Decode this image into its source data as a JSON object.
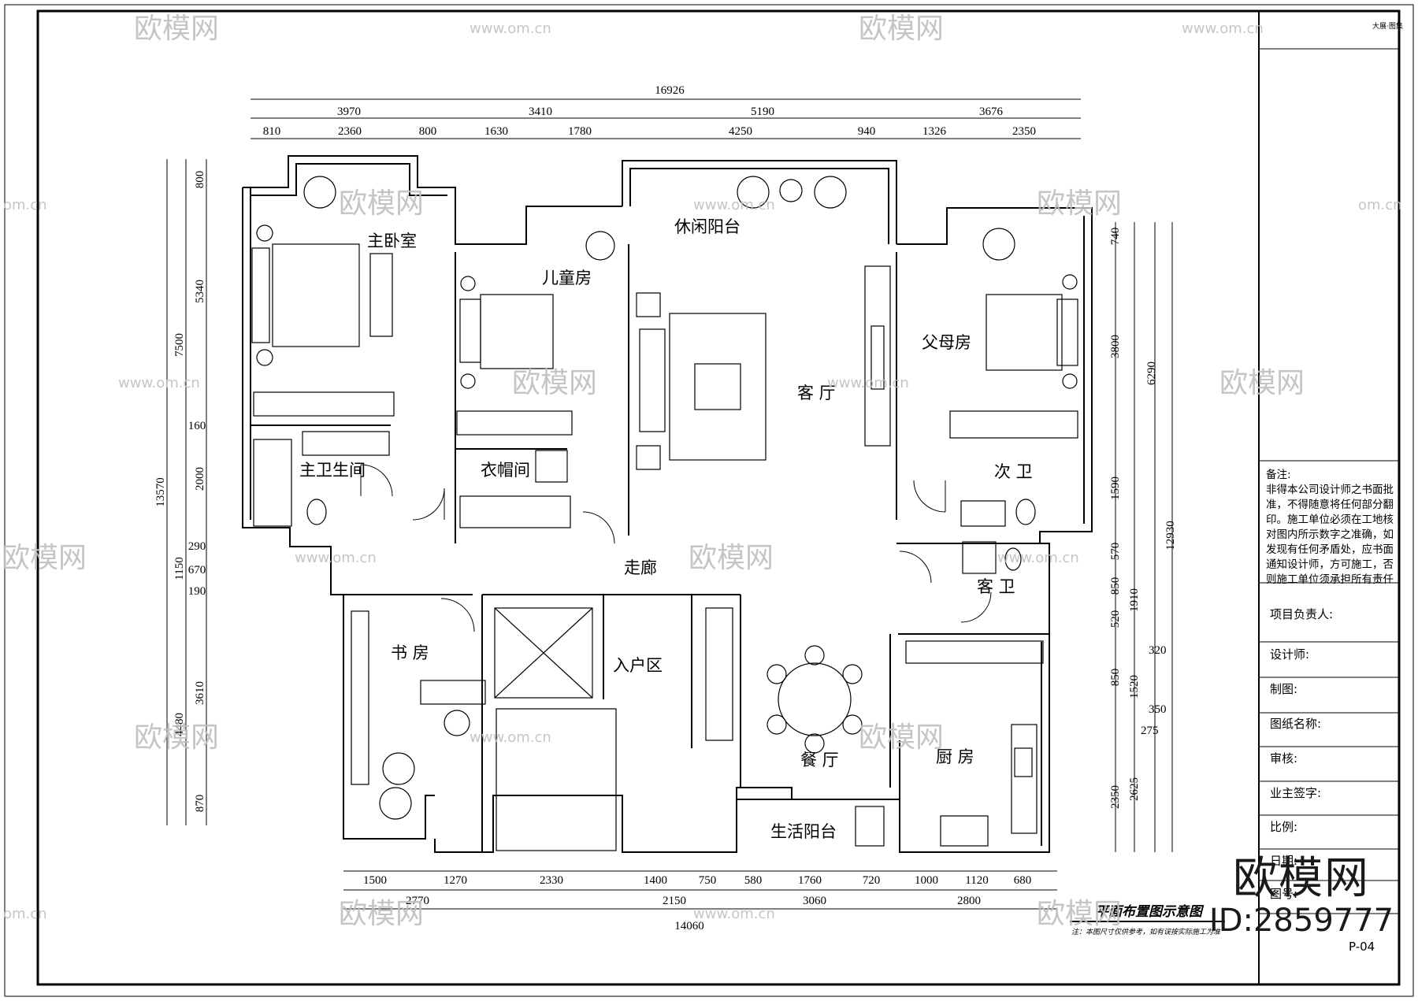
{
  "drawing": {
    "title": "平面布置图示意图",
    "footnote": "注：本图尺寸仅供参考，如有误按实际施工为准",
    "sheet_no": "P-04",
    "top_small_label": "大展·图集"
  },
  "rooms": {
    "master_bedroom": "主卧室",
    "kids_room": "儿童房",
    "leisure_balcony": "休闲阳台",
    "living_room": "客 厅",
    "parents_room": "父母房",
    "master_bath": "主卫生间",
    "cloakroom": "衣帽间",
    "second_bath": "次 卫",
    "corridor": "走廊",
    "guest_bath": "客 卫",
    "study": "书 房",
    "entry": "入户区",
    "dining": "餐 厅",
    "kitchen": "厨 房",
    "utility_balcony": "生活阳台"
  },
  "dimensions": {
    "top_total": "16926",
    "top_tier1": [
      "3970",
      "3410",
      "5190",
      "3676"
    ],
    "top_tier2": [
      "810",
      "2360",
      "800",
      "1630",
      "1780",
      "4250",
      "940",
      "1326",
      "2350"
    ],
    "left_total": "13570",
    "left_tier1": [
      "7500",
      "1150",
      "4480"
    ],
    "left_tier2": [
      "800",
      "5340",
      "160",
      "2000",
      "290",
      "670",
      "190",
      "3610",
      "870"
    ],
    "right_total": "12930",
    "right_tier1": [
      "6290"
    ],
    "right_tier2": [
      "740",
      "3800",
      "1590",
      "570",
      "850",
      "520",
      "850",
      "2350"
    ],
    "right_tier3": [
      "1910",
      "1520",
      "2625"
    ],
    "right_tier4": [
      "320",
      "350",
      "275"
    ],
    "bottom_tier2": [
      "1500",
      "1270",
      "2330",
      "1400",
      "750",
      "580",
      "1760",
      "720",
      "1000",
      "1120",
      "680"
    ],
    "bottom_tier1": [
      "2770",
      "2150",
      "3060",
      "2800"
    ],
    "bottom_total": "14060"
  },
  "notes": {
    "heading": "备注:",
    "lines": [
      "非得本公司设计师之书面批",
      "准，不得随意将任何部分翻",
      "印。施工单位必须在工地核",
      "对图内所示数字之准确，如",
      "发现有任何矛盾处，应书面",
      "通知设计师，方可施工，否",
      "则施工单位须承担所有责任"
    ]
  },
  "title_block": {
    "project_lead": "项目负责人:",
    "designer": "设计师:",
    "drafter": "制图:",
    "sheet_name": "图纸名称:",
    "review": "审核:",
    "owner_sign": "业主签字:",
    "scale": "比例:",
    "date": "日期:",
    "sheet_label": "图号:"
  },
  "watermark": {
    "brand": "欧模网",
    "url": "www.om.cn",
    "url_short": "om.cn",
    "id": "ID:2859777"
  }
}
